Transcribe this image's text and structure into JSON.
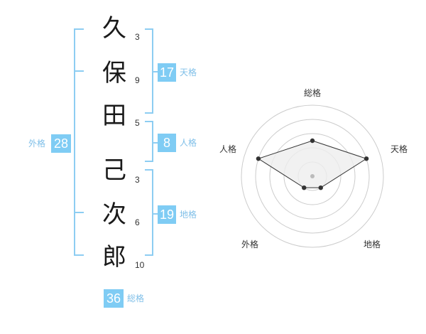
{
  "name": {
    "chars": [
      "久",
      "保",
      "田",
      "己",
      "次",
      "郎"
    ],
    "strokes": [
      "3",
      "9",
      "5",
      "3",
      "6",
      "10"
    ]
  },
  "scores": {
    "tenkaku": {
      "value": "17",
      "label": "天格"
    },
    "jinkaku": {
      "value": "8",
      "label": "人格"
    },
    "chikaku": {
      "value": "19",
      "label": "地格"
    },
    "gaikaku": {
      "value": "28",
      "label": "外格"
    },
    "soukaku": {
      "value": "36",
      "label": "総格"
    }
  },
  "chart_data": {
    "type": "radar",
    "axes": [
      "総格",
      "天格",
      "地格",
      "外格",
      "人格"
    ],
    "levels": 5,
    "values": [
      2.5,
      4,
      1,
      1,
      4
    ],
    "max": 5,
    "colors": {
      "fill": "#eeeeee",
      "line": "#333333",
      "grid": "#cccccc",
      "point": "#333333",
      "center": "#bbbbbb"
    }
  }
}
